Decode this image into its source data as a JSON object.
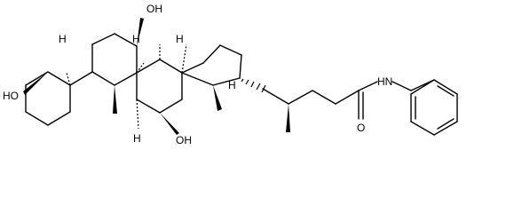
{
  "molecule": {
    "atom_labels": {
      "oh_top": "OH",
      "oh_left": "HO",
      "oh_bottom": "OH",
      "amide_n": "HN",
      "amide_o": "O",
      "h_a": "H",
      "h_b": "H",
      "h_c": "H",
      "h_d": "H",
      "h_e": "H"
    }
  }
}
